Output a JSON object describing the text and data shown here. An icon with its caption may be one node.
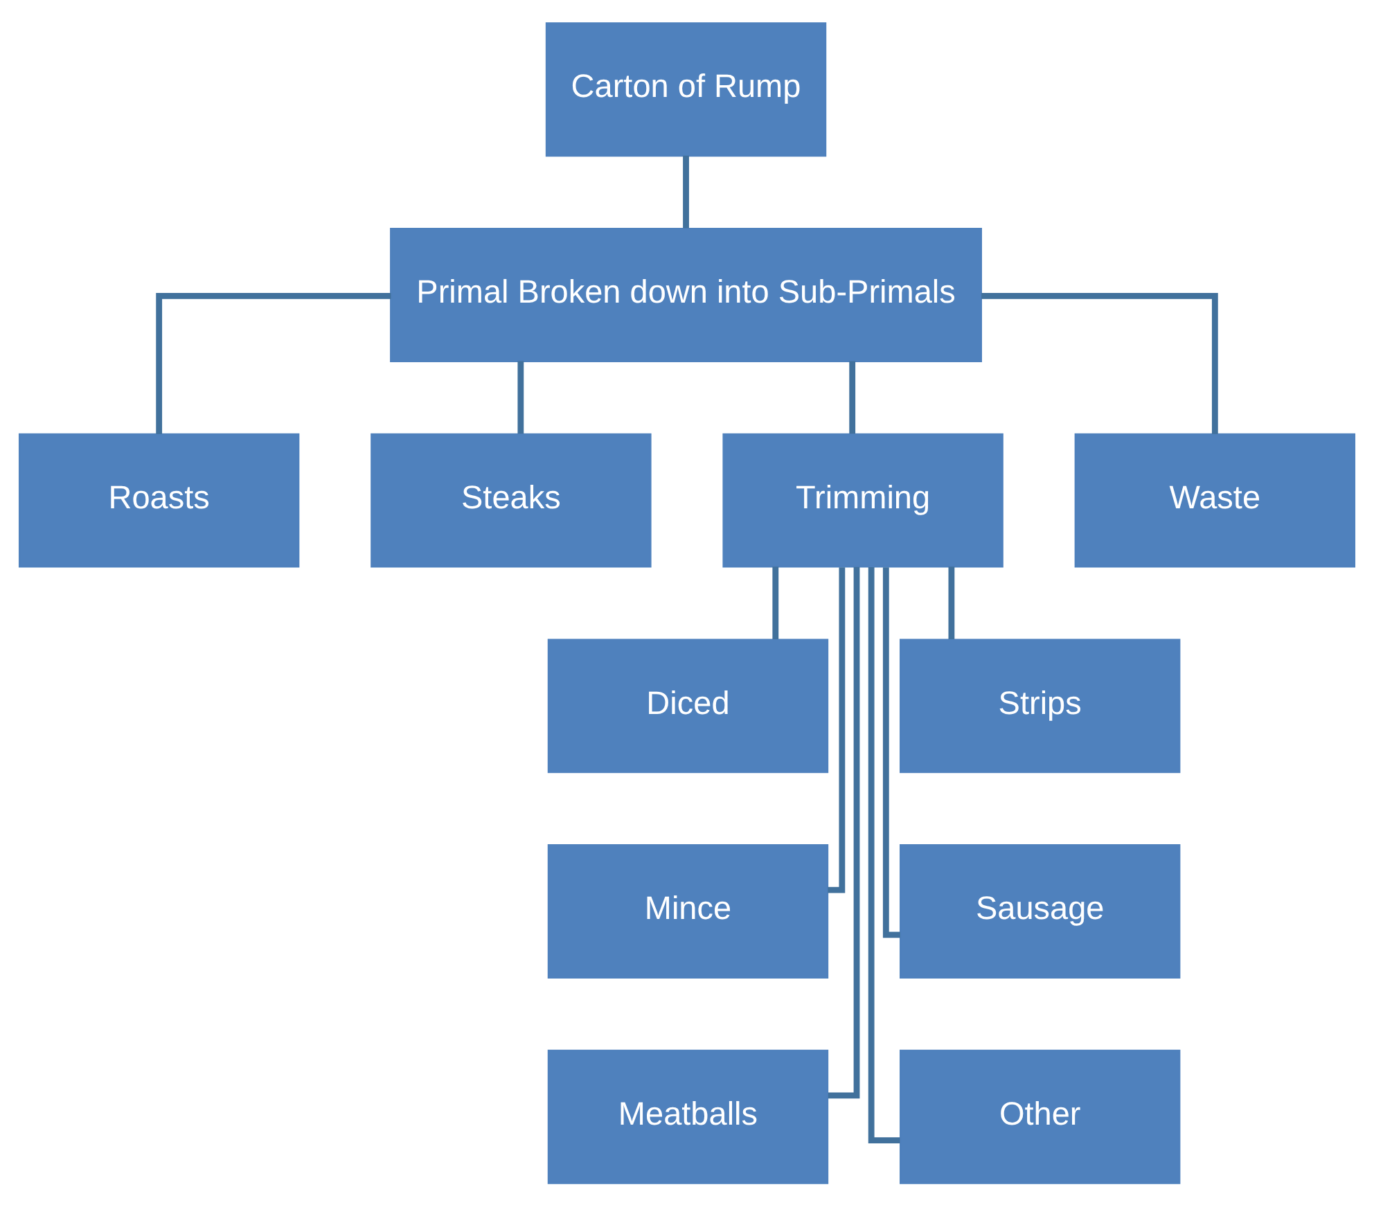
{
  "diagram": {
    "nodes": [
      {
        "text": [
          "Carton of Rump"
        ]
      },
      {
        "text": [
          "Primal Broken down into Sub-Primals"
        ]
      },
      {
        "text": [
          "Roasts"
        ]
      },
      {
        "text": [
          "Steaks"
        ]
      },
      {
        "text": [
          "Trimming"
        ]
      },
      {
        "text": [
          "Waste"
        ]
      },
      {
        "text": [
          "Diced"
        ]
      },
      {
        "text": [
          "Strips"
        ]
      },
      {
        "text": [
          "Mince"
        ]
      },
      {
        "text": [
          "Sausage"
        ]
      },
      {
        "text": [
          "Meatballs"
        ]
      },
      {
        "text": [
          "Other"
        ]
      }
    ],
    "edges": [
      {
        "from": 0,
        "to": 1,
        "arrow": "none"
      },
      {
        "from": 1,
        "to": 2,
        "arrow": "none"
      },
      {
        "from": 1,
        "to": 3,
        "arrow": "none"
      },
      {
        "from": 1,
        "to": 4,
        "arrow": "none"
      },
      {
        "from": 1,
        "to": 5,
        "arrow": "none"
      },
      {
        "from": 4,
        "to": 6,
        "arrow": "none"
      },
      {
        "from": 4,
        "to": 7,
        "arrow": "none"
      },
      {
        "from": 4,
        "to": 8,
        "arrow": "none"
      },
      {
        "from": 4,
        "to": 9,
        "arrow": "none"
      },
      {
        "from": 4,
        "to": 10,
        "arrow": "none"
      },
      {
        "from": 4,
        "to": 11,
        "arrow": "none"
      }
    ]
  }
}
